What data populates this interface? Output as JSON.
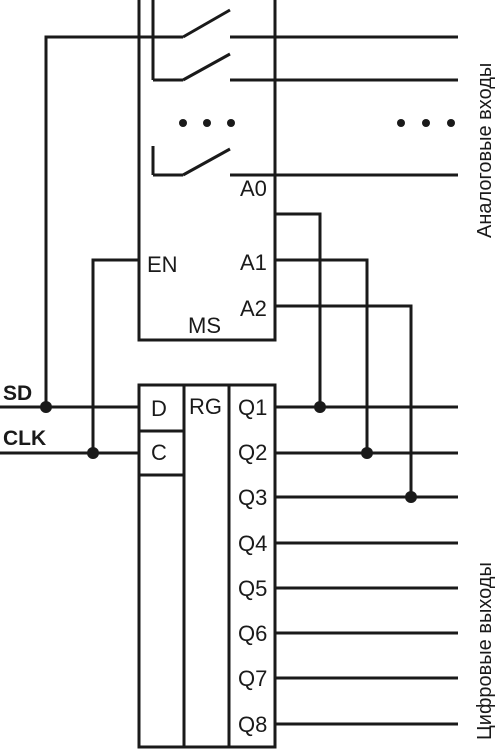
{
  "multiplexer": {
    "en_label": "EN",
    "type_label": "MS",
    "addr_labels": [
      "A0",
      "A1",
      "A2"
    ]
  },
  "register": {
    "d_label": "D",
    "c_label": "C",
    "type_label": "RG",
    "outputs": [
      "Q1",
      "Q2",
      "Q3",
      "Q4",
      "Q5",
      "Q6",
      "Q7",
      "Q8"
    ]
  },
  "signals": {
    "sd": "SD",
    "clk": "CLK"
  },
  "groups": {
    "analog_inputs": "Аналоговые входы",
    "digital_outputs": "Цифровые выходы"
  },
  "colors": {
    "line": "#1a1a1a",
    "background": "#ffffff"
  }
}
